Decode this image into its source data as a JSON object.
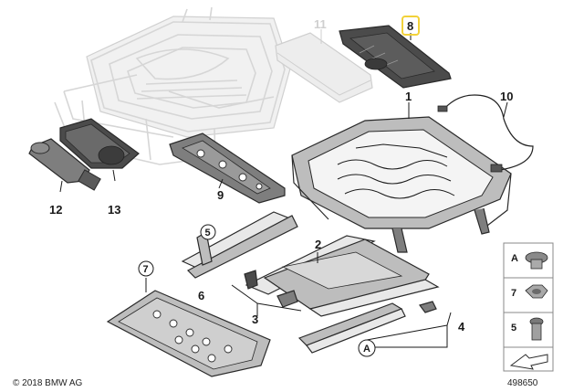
{
  "diagram": {
    "callouts": [
      {
        "id": "1",
        "label": "1"
      },
      {
        "id": "2",
        "label": "2"
      },
      {
        "id": "3",
        "label": "3"
      },
      {
        "id": "4",
        "label": "4"
      },
      {
        "id": "5",
        "label": "5"
      },
      {
        "id": "6",
        "label": "6"
      },
      {
        "id": "7",
        "label": "7"
      },
      {
        "id": "8",
        "label": "8",
        "highlighted": true,
        "highlight_color": "#f2d23a"
      },
      {
        "id": "9",
        "label": "9"
      },
      {
        "id": "10",
        "label": "10"
      },
      {
        "id": "11",
        "label": "11",
        "faded": true
      },
      {
        "id": "12",
        "label": "12"
      },
      {
        "id": "13",
        "label": "13"
      },
      {
        "id": "A",
        "label": "A"
      }
    ],
    "legend": [
      {
        "label": "A"
      },
      {
        "label": "7"
      },
      {
        "label": "5"
      }
    ],
    "copyright": "© 2018 BMW AG",
    "diagram_number": "498650"
  }
}
